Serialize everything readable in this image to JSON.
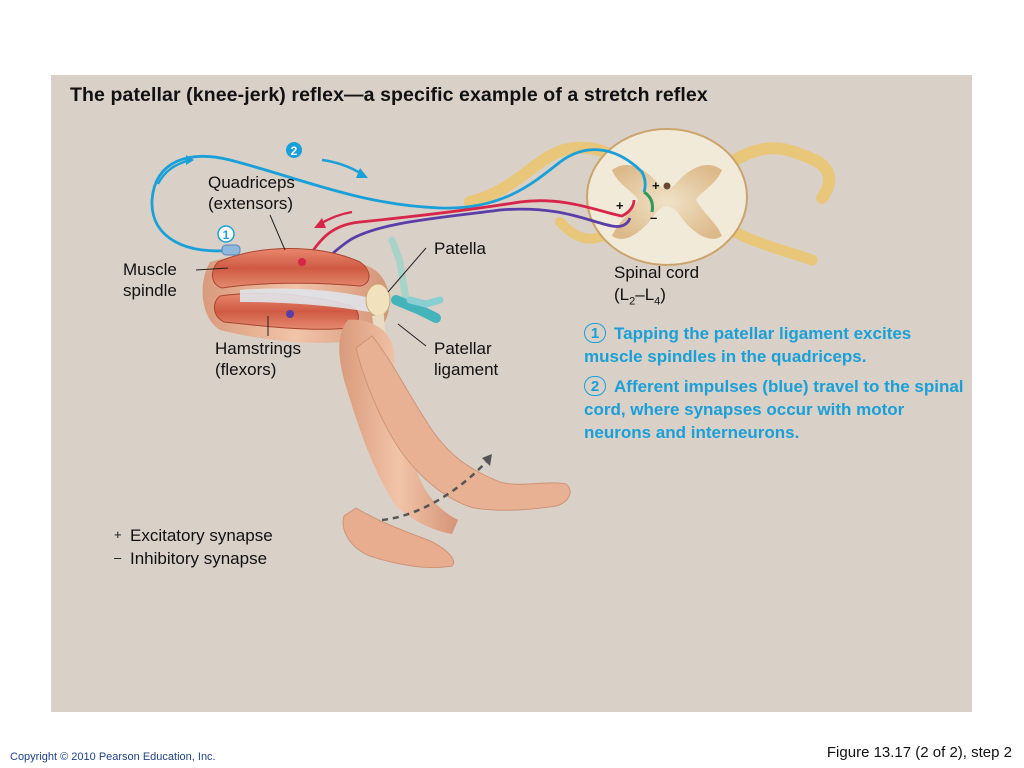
{
  "title": "The patellar (knee-jerk) reflex—a specific example of a stretch reflex",
  "labels": {
    "quadriceps": [
      "Quadriceps",
      "(extensors)"
    ],
    "muscle_spindle": [
      "Muscle",
      "spindle"
    ],
    "patella": "Patella",
    "hamstrings": [
      "Hamstrings",
      "(flexors)"
    ],
    "patellar_ligament": [
      "Patellar",
      "ligament"
    ],
    "spinal_cord": {
      "line1": "Spinal cord",
      "open": "(L",
      "sub1": "2",
      "dash": "–L",
      "sub2": "4",
      "close": ")"
    }
  },
  "steps": [
    {
      "num": "1",
      "text": "Tapping the patellar ligament excites muscle spindles in the quadriceps."
    },
    {
      "num": "2",
      "text": "Afferent impulses (blue) travel to the spinal cord, where synapses occur with motor neurons and interneurons."
    }
  ],
  "diagram_markers": {
    "step1": "1",
    "step2": "2",
    "plus": "+",
    "minus": "–"
  },
  "legend": [
    {
      "symbol": "+",
      "label": "Excitatory synapse"
    },
    {
      "symbol": "–",
      "label": "Inhibitory synapse"
    }
  ],
  "footer": {
    "copyright": "Copyright © 2010 Pearson Education, Inc.",
    "figure": "Figure 13.17 (2 of 2), step 2"
  },
  "colors": {
    "panel_bg": "#d9d0c8",
    "afferent_blue": "#1aa0d8",
    "motor_red": "#d8264a",
    "inter_purple": "#5a3ea8",
    "spinal_cord_tan": "#e9c48c",
    "skin": "#ecb899"
  }
}
